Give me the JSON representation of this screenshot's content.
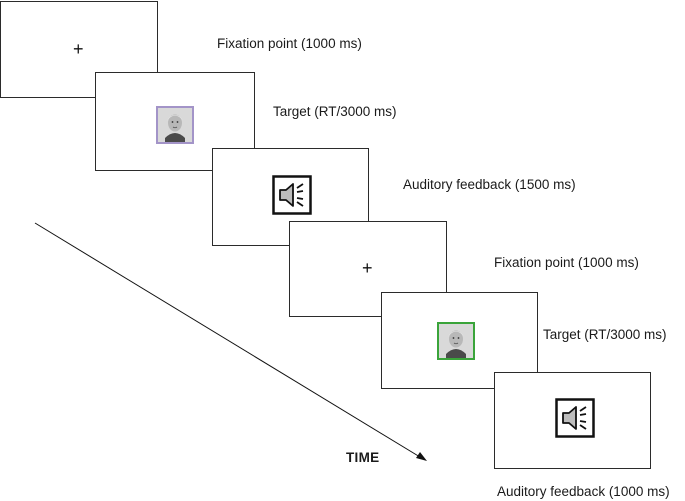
{
  "sequence": [
    {
      "screen": "fixation",
      "label": "Fixation point (1000 ms)"
    },
    {
      "screen": "target",
      "label": "Target (RT/3000 ms)",
      "frame_color": "#a394c8"
    },
    {
      "screen": "feedback",
      "label": "Auditory feedback (1500 ms)"
    },
    {
      "screen": "fixation",
      "label": "Fixation point (1000 ms)"
    },
    {
      "screen": "target",
      "label": "Target (RT/3000 ms)",
      "frame_color": "#3aa43a"
    },
    {
      "screen": "feedback",
      "label": "Auditory feedback (1000 ms)"
    }
  ],
  "fixation_symbol": "+",
  "time_label": "TIME",
  "icons": {
    "face": "face-photo-icon",
    "speaker": "speaker-sound-icon",
    "arrow": "time-arrow"
  }
}
